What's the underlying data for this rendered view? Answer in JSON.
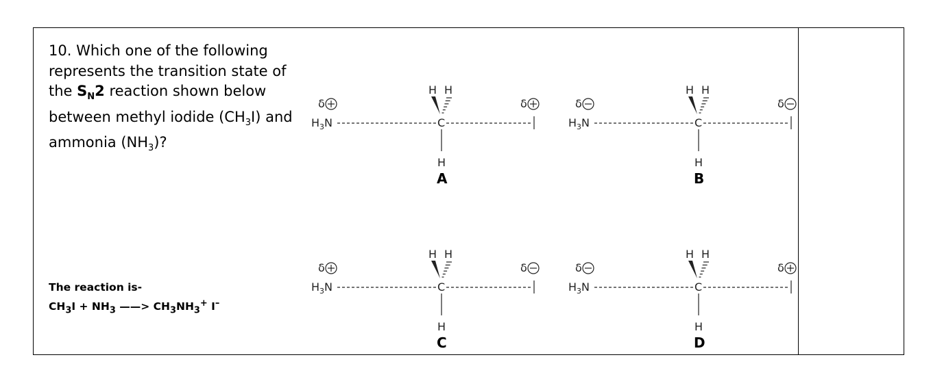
{
  "question": {
    "number": "10.",
    "text_pre": "Which one of the following represents the transition state of the ",
    "sn": "S",
    "n": "N",
    "two": "2",
    "text_post": " reaction shown below between methyl iodide (CH",
    "sub3a": "3",
    "text_mid": "I) and ammonia (NH",
    "sub3b": "3",
    "text_end": ")?"
  },
  "reaction": {
    "label": "The reaction is-",
    "reactant1_a": "CH",
    "reactant1_sub": "3",
    "reactant1_b": "I",
    "plus": " + ",
    "reactant2_a": "NH",
    "reactant2_sub": "3",
    "arrow": " ——> ",
    "product_a": "CH",
    "product_sub1": "3",
    "product_b": "NH",
    "product_sub2": "3",
    "product_sup": "+",
    "product_c": " I",
    "product_sup2": "–"
  },
  "options": [
    {
      "letter": "A",
      "left_charge": "+",
      "right_charge": "+"
    },
    {
      "letter": "B",
      "left_charge": "−",
      "right_charge": "−"
    },
    {
      "letter": "C",
      "left_charge": "+",
      "right_charge": "−"
    },
    {
      "letter": "D",
      "left_charge": "−",
      "right_charge": "+"
    }
  ],
  "molecule": {
    "delta": "δ",
    "nitrogen": "N",
    "h_left": "H",
    "h_sub": "3",
    "carbon": "C",
    "iodine": "I",
    "hydrogen": "H"
  }
}
